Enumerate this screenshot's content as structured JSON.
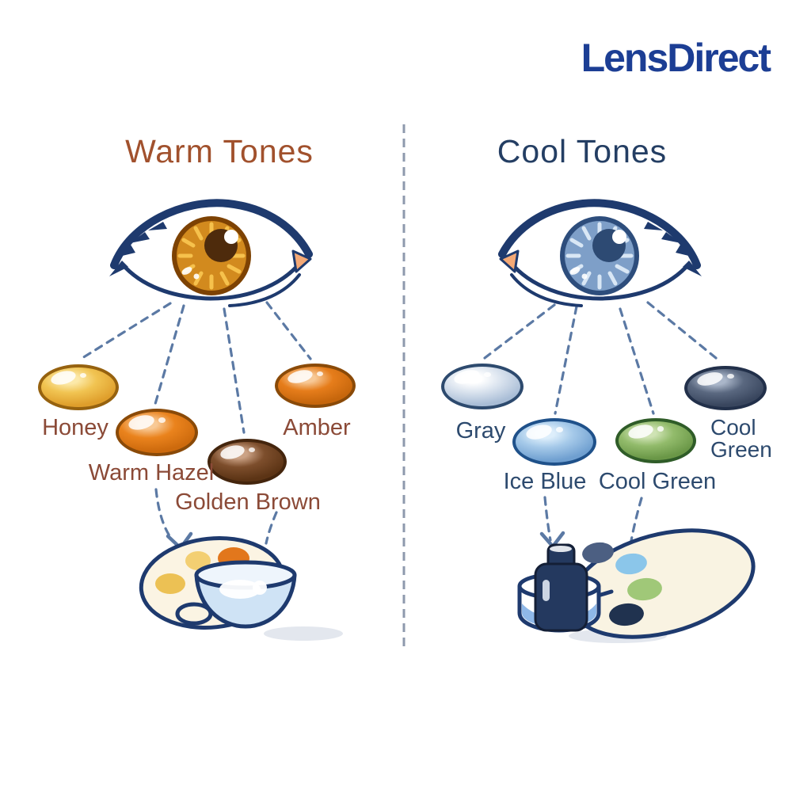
{
  "brand": {
    "name": "LensDirect",
    "color": "#1c3e94"
  },
  "layout_colors": {
    "connector": "#5b79a4",
    "divider": "#8e99ad",
    "outline_navy": "#1e3a6e"
  },
  "warm": {
    "title": "Warm Tones",
    "title_color": "#a1512d",
    "label_color": "#8b4a37",
    "eye": {
      "lid": "#1e3a6e",
      "iris_ring": "#7d4203",
      "iris_main": "#d28a1e",
      "iris_tick": "#f6c14c",
      "pupil": "#4e2b0c",
      "tear_duct": "#f4a976",
      "highlight": "#ffffff"
    },
    "swatches": [
      {
        "label": "Honey",
        "light": "#fce9a9",
        "main": "#f1c452",
        "dark": "#df9e2b",
        "outline": "#96620f"
      },
      {
        "label": "Warm Hazel",
        "light": "#f8c995",
        "main": "#ea831d",
        "dark": "#cd6a0d",
        "outline": "#8a4a08"
      },
      {
        "label": "Golden Brown",
        "light": "#cba285",
        "main": "#7d4e2c",
        "dark": "#5c3415",
        "outline": "#44250d"
      },
      {
        "label": "Amber",
        "light": "#f7c997",
        "main": "#e67d1b",
        "dark": "#c6660c",
        "outline": "#8a4a08"
      }
    ],
    "palette_dots": [
      "#ecc154",
      "#f3cf72",
      "#e2771c"
    ],
    "scene": {
      "palette_fill": "#fbf4e3",
      "bowl_fill": "#cfe3f5",
      "bowl_rim": "#eef5fc"
    }
  },
  "cool": {
    "title": "Cool Tones",
    "title_color": "#243e63",
    "label_color": "#2d4a6e",
    "eye": {
      "lid": "#1e3a6e",
      "iris_ring": "#2d4d7c",
      "iris_main": "#7e9fc8",
      "iris_tick": "#d9e7f5",
      "pupil": "#2d4a73",
      "tear_duct": "#f4a976",
      "highlight": "#ffffff"
    },
    "swatches": [
      {
        "label": "Gray",
        "light": "#ffffff",
        "main": "#dbe4ef",
        "dark": "#a9bdd6",
        "outline": "#2d4a6e"
      },
      {
        "label": "Ice Blue",
        "light": "#ddeefb",
        "main": "#a5c9e9",
        "dark": "#6f9fd0",
        "outline": "#1f518a"
      },
      {
        "label": "Cool Green",
        "light": "#cfe3b4",
        "main": "#92bb6b",
        "dark": "#6a9747",
        "outline": "#2f5c28"
      },
      {
        "label": "Cool Green",
        "light": "#aab6c9",
        "main": "#5a6880",
        "dark": "#39465e",
        "outline": "#22304a"
      }
    ],
    "palette_dots": [
      "#4c5f82",
      "#8bc6ea",
      "#a0c878",
      "#20324f"
    ],
    "scene": {
      "palette_fill": "#f9f3e2",
      "bottle_fill": "#24395f",
      "case_liquid": "#8fb8e8"
    }
  }
}
